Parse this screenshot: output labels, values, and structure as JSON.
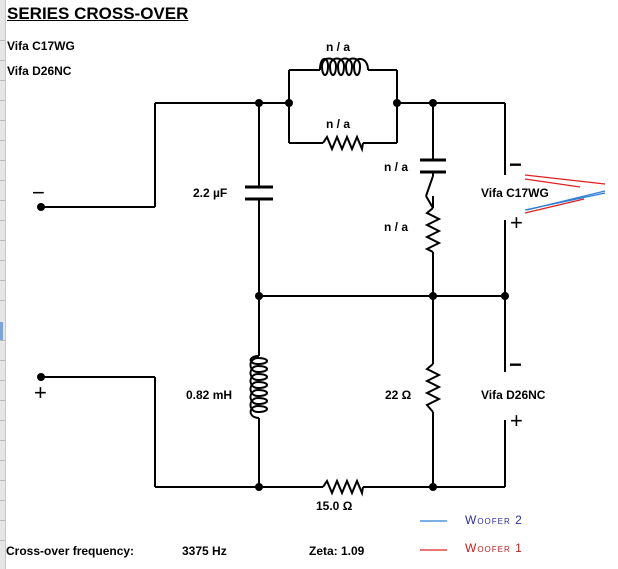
{
  "title": "SERIES CROSS-OVER",
  "drivers": {
    "top": "Vifa C17WG",
    "bottom": "Vifa D26NC"
  },
  "components": {
    "top_inductor": "n / a",
    "top_resistor": "n / a",
    "shunt_cap_top": "n / a",
    "shunt_res_top": "n / a",
    "main_cap": "2.2 µF",
    "main_inductor": "0.82 mH",
    "res_22": "22 Ω",
    "res_15": "15.0 Ω"
  },
  "speaker_labels": {
    "c17wg": "Vifa C17WG",
    "d26nc": "Vifa D26NC"
  },
  "polarity": {
    "minus": "−",
    "plus": "+"
  },
  "legend": [
    {
      "label": "Woofer 2",
      "color": "#2f7fd6",
      "text_color": "#2f2f9a"
    },
    {
      "label": "Woofer 1",
      "color": "#e02020",
      "text_color": "#c02020"
    }
  ],
  "footer": {
    "crossover_label": "Cross-over frequency:",
    "crossover_value": "3375 Hz",
    "zeta": "Zeta: 1.09"
  },
  "colors": {
    "wire": "#000000"
  }
}
